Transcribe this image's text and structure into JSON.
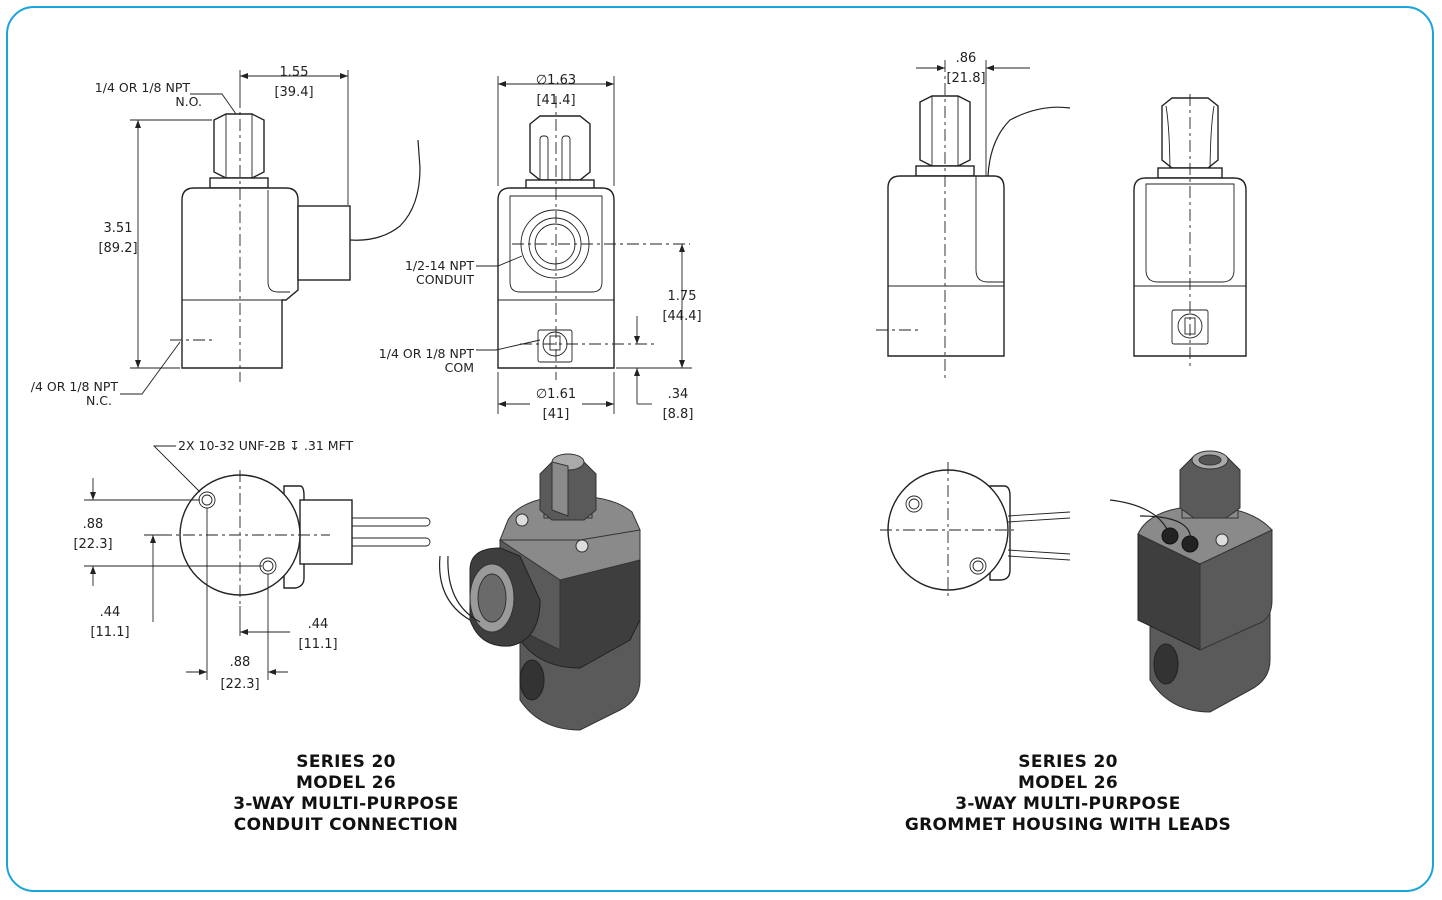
{
  "left_drawing": {
    "caption": [
      "SERIES 20",
      "MODEL 26",
      "3-WAY MULTI-PURPOSE",
      "CONDUIT CONNECTION"
    ],
    "side_view": {
      "port_top_label": [
        "1/4 OR 1/8 NPT",
        "N.O."
      ],
      "port_bottom_label": [
        "/4 OR 1/8 NPT",
        "N.C."
      ],
      "width_dim": [
        "1.55",
        "[39.4]"
      ],
      "height_dim": [
        "3.51",
        "[89.2]"
      ]
    },
    "front_view": {
      "top_dia": [
        "∅1.63",
        "[41.4]"
      ],
      "conduit_label": [
        "1/2-14 NPT",
        "CONDUIT"
      ],
      "com_label": [
        "1/4 OR 1/8 NPT",
        "COM"
      ],
      "height_dim": [
        "1.75",
        "[44.4]"
      ],
      "bottom_dia": [
        "∅1.61",
        "[41]"
      ],
      "offset_dim": [
        ".34",
        "[8.8]"
      ]
    },
    "bottom_view": {
      "hole_note": "2X 10-32 UNF-2B ↧ .31 MFT",
      "v_dim_1": [
        ".88",
        "[22.3]"
      ],
      "v_dim_2": [
        ".44",
        "[11.1]"
      ],
      "h_dim_1": [
        ".44",
        "[11.1]"
      ],
      "h_dim_2": [
        ".88",
        "[22.3]"
      ]
    }
  },
  "right_drawing": {
    "caption": [
      "SERIES 20",
      "MODEL 26",
      "3-WAY MULTI-PURPOSE",
      "GROMMET HOUSING WITH LEADS"
    ],
    "width_dim": [
      ".86",
      "[21.8]"
    ]
  },
  "colors": {
    "frame": "#1aa3dc",
    "line": "#222222",
    "solid_body": "#5a5a5a"
  }
}
